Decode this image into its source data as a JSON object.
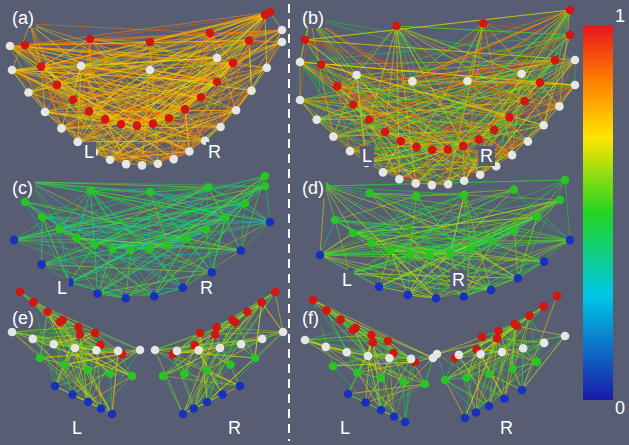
{
  "diagram": {
    "labels": [
      "(a)",
      "L",
      "R",
      "(b)",
      "L",
      "R",
      "(c)",
      "L",
      "R",
      "(d)",
      "L",
      "R",
      "(e)",
      "L",
      "R",
      "(f)",
      "L",
      "R",
      "1",
      "0"
    ]
  }
}
